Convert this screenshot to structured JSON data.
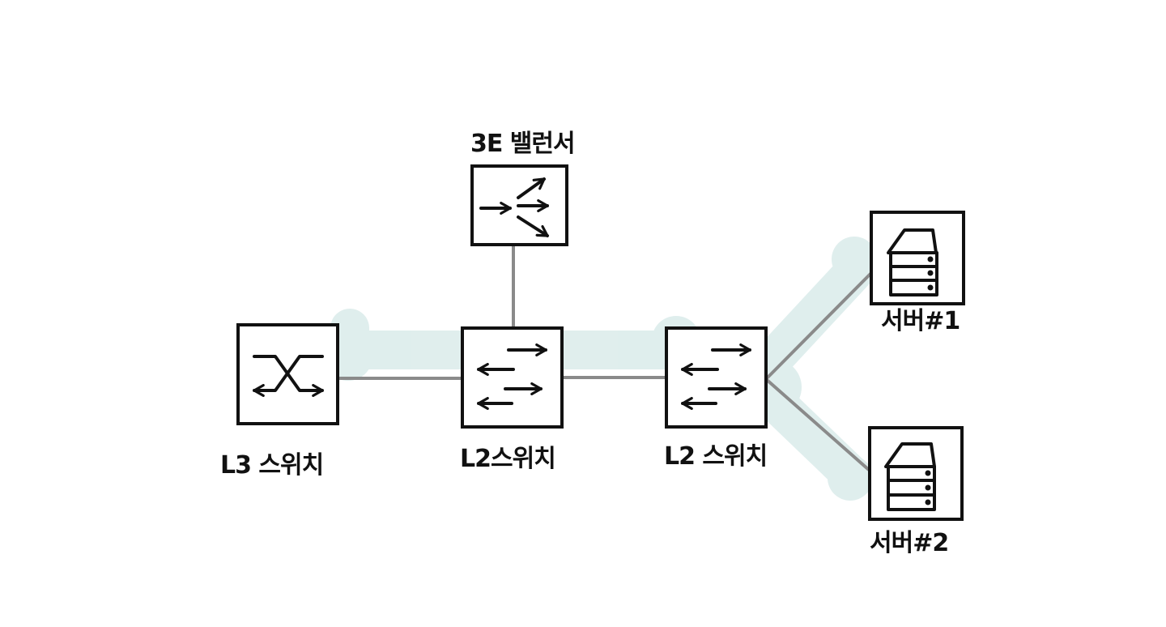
{
  "diagram": {
    "colors": {
      "highlight": "#cfe5e4",
      "link": "#8a8a8a",
      "stroke": "#111111"
    },
    "nodes": [
      {
        "id": "l3-switch",
        "type": "l3-switch",
        "label": "L3 스위치",
        "icon": "l3-switch-icon"
      },
      {
        "id": "l2-switch-1",
        "type": "l2-switch",
        "label": "L2스위치",
        "icon": "l2-switch-icon"
      },
      {
        "id": "l4-load-balancer",
        "type": "load-balancer",
        "label": "3E 밸런서",
        "icon": "load-balancer-icon"
      },
      {
        "id": "l2-switch-2",
        "type": "l2-switch",
        "label": "L2 스위치",
        "icon": "l2-switch-icon"
      },
      {
        "id": "server-1",
        "type": "server",
        "label": "서버#1",
        "icon": "server-icon"
      },
      {
        "id": "server-2",
        "type": "server",
        "label": "서버#2",
        "icon": "server-icon"
      }
    ],
    "links": [
      {
        "from": "l3-switch",
        "to": "l2-switch-1"
      },
      {
        "from": "l2-switch-1",
        "to": "l4-load-balancer"
      },
      {
        "from": "l2-switch-1",
        "to": "l2-switch-2"
      },
      {
        "from": "l2-switch-2",
        "to": "server-1"
      },
      {
        "from": "l2-switch-2",
        "to": "server-2"
      }
    ],
    "highlighted_path": [
      "l3-switch",
      "l2-switch-1",
      "l2-switch-2",
      "server-1",
      "server-2"
    ]
  }
}
